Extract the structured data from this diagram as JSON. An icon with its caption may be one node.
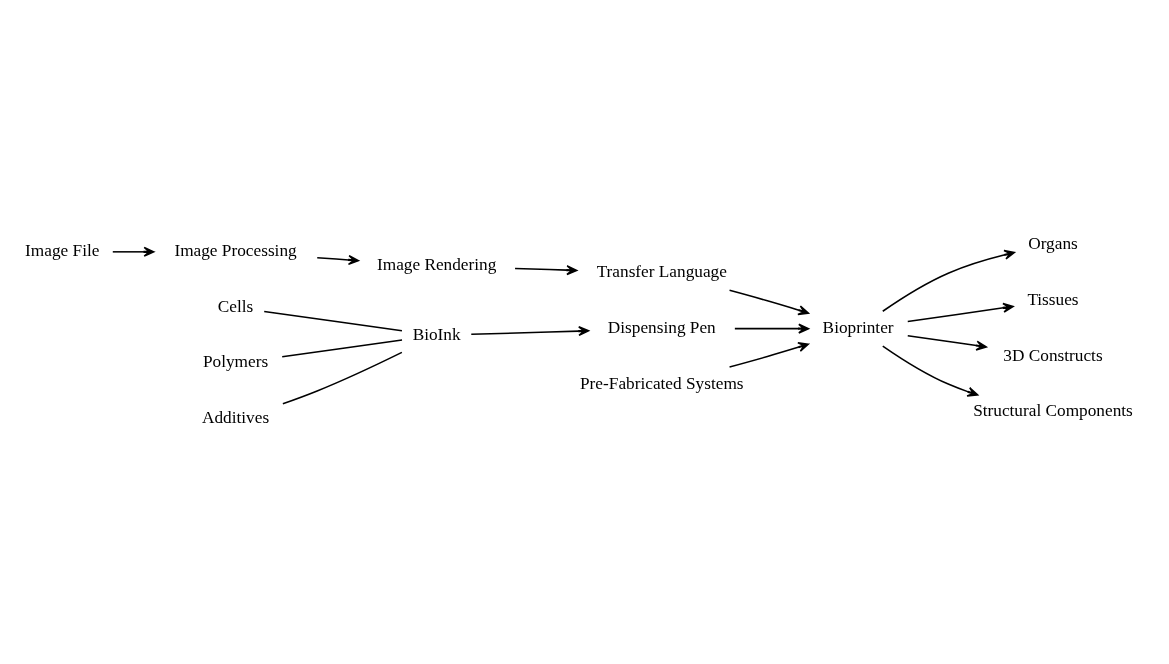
{
  "diagram": {
    "nodes": [
      {
        "text": [
          "Image File"
        ]
      },
      {
        "text": [
          "Image Processing"
        ]
      },
      {
        "text": [
          "Image Rendering"
        ]
      },
      {
        "text": [
          "Transfer Language"
        ]
      },
      {
        "text": [
          "Dispensing Pen"
        ]
      },
      {
        "text": [
          "Cells"
        ]
      },
      {
        "text": [
          "Polymers"
        ]
      },
      {
        "text": [
          "Additives"
        ]
      },
      {
        "text": [
          "BioInk"
        ]
      },
      {
        "text": [
          "Pre-Fabricated Systems"
        ]
      },
      {
        "text": [
          "Bioprinter"
        ]
      },
      {
        "text": [
          "Organs"
        ]
      },
      {
        "text": [
          "Tissues"
        ]
      },
      {
        "text": [
          "3D Constructs"
        ]
      },
      {
        "text": [
          "Structural Components"
        ]
      }
    ],
    "edges": [
      {
        "from": 0,
        "to": 1,
        "arrow": "to"
      },
      {
        "from": 1,
        "to": 2,
        "arrow": "to"
      },
      {
        "from": 2,
        "to": 3,
        "arrow": "to"
      },
      {
        "from": 3,
        "to": 10,
        "arrow": "to"
      },
      {
        "from": 4,
        "to": 10,
        "arrow": "to"
      },
      {
        "from": 5,
        "to": 8,
        "arrow": "none"
      },
      {
        "from": 6,
        "to": 8,
        "arrow": "none"
      },
      {
        "from": 7,
        "to": 8,
        "arrow": "none"
      },
      {
        "from": 8,
        "to": 4,
        "arrow": "to"
      },
      {
        "from": 9,
        "to": 10,
        "arrow": "to"
      },
      {
        "from": 10,
        "to": 11,
        "arrow": "to"
      },
      {
        "from": 10,
        "to": 12,
        "arrow": "to"
      },
      {
        "from": 10,
        "to": 13,
        "arrow": "to"
      },
      {
        "from": 10,
        "to": 14,
        "arrow": "to"
      }
    ]
  }
}
